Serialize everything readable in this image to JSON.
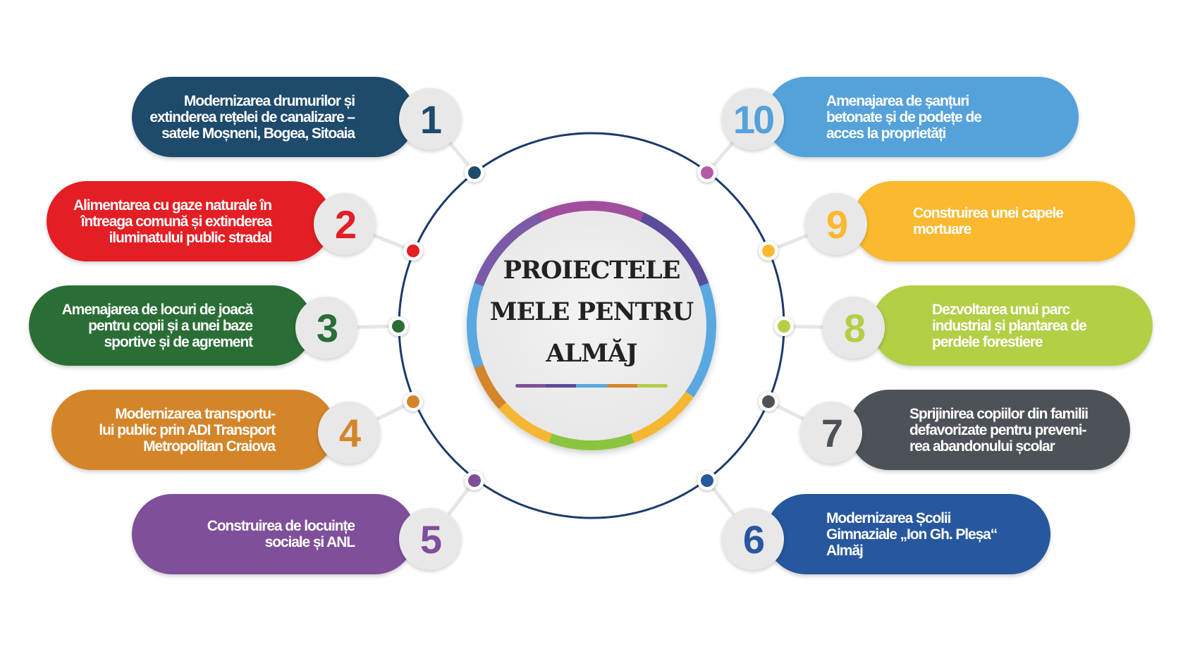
{
  "title_lines": [
    "PROIECTELE",
    "MELE PENTRU",
    "ALMĂJ"
  ],
  "bar_colors": [
    "#7f4f9a",
    "#5b4b9a",
    "#5aa8e0",
    "#d4852a",
    "#b3cf46"
  ],
  "projects": [
    {
      "number": "1",
      "lines": [
        "Modernizarea drumurilor și",
        "extinderea rețelei de canalizare –",
        "satele Moșneni, Bogea, Sitoaia"
      ],
      "color": "#1e4a6c"
    },
    {
      "number": "2",
      "lines": [
        "Alimentarea cu gaze naturale în",
        "întreaga comună și extinderea",
        "iluminatului public stradal"
      ],
      "color": "#e31e24"
    },
    {
      "number": "3",
      "lines": [
        "Amenajarea de locuri de joacă",
        "pentru copii și a unei baze",
        "sportive și de agrement"
      ],
      "color": "#2a6e36"
    },
    {
      "number": "4",
      "lines": [
        "Modernizarea transportu-",
        "lui public prin ADI Transport",
        "Metropolitan Craiova"
      ],
      "color": "#d4852a"
    },
    {
      "number": "5",
      "lines": [
        "Construirea de locuințe",
        "sociale și ANL"
      ],
      "color": "#7f4f9a"
    },
    {
      "number": "6",
      "lines": [
        "Modernizarea Școlii",
        "Gimnaziale „Ion Gh. Pleșa“",
        "Almăj"
      ],
      "color": "#27579f"
    },
    {
      "number": "7",
      "lines": [
        "Sprijinirea copiilor din familii",
        "defavorizate pentru preveni-",
        "rea abandonului școlar"
      ],
      "color": "#4d5258"
    },
    {
      "number": "8",
      "lines": [
        "Dezvoltarea unui parc",
        "industrial și plantarea de",
        "perdele forestiere"
      ],
      "color": "#b3cf46"
    },
    {
      "number": "9",
      "lines": [
        "Construirea unei capele",
        "mortuare"
      ],
      "color": "#fbb92f"
    },
    {
      "number": "10",
      "lines": [
        "Amenajarea de șanțuri",
        "betonate și de podețe de",
        "acces la proprietăți"
      ],
      "color": "#55a2db"
    }
  ]
}
